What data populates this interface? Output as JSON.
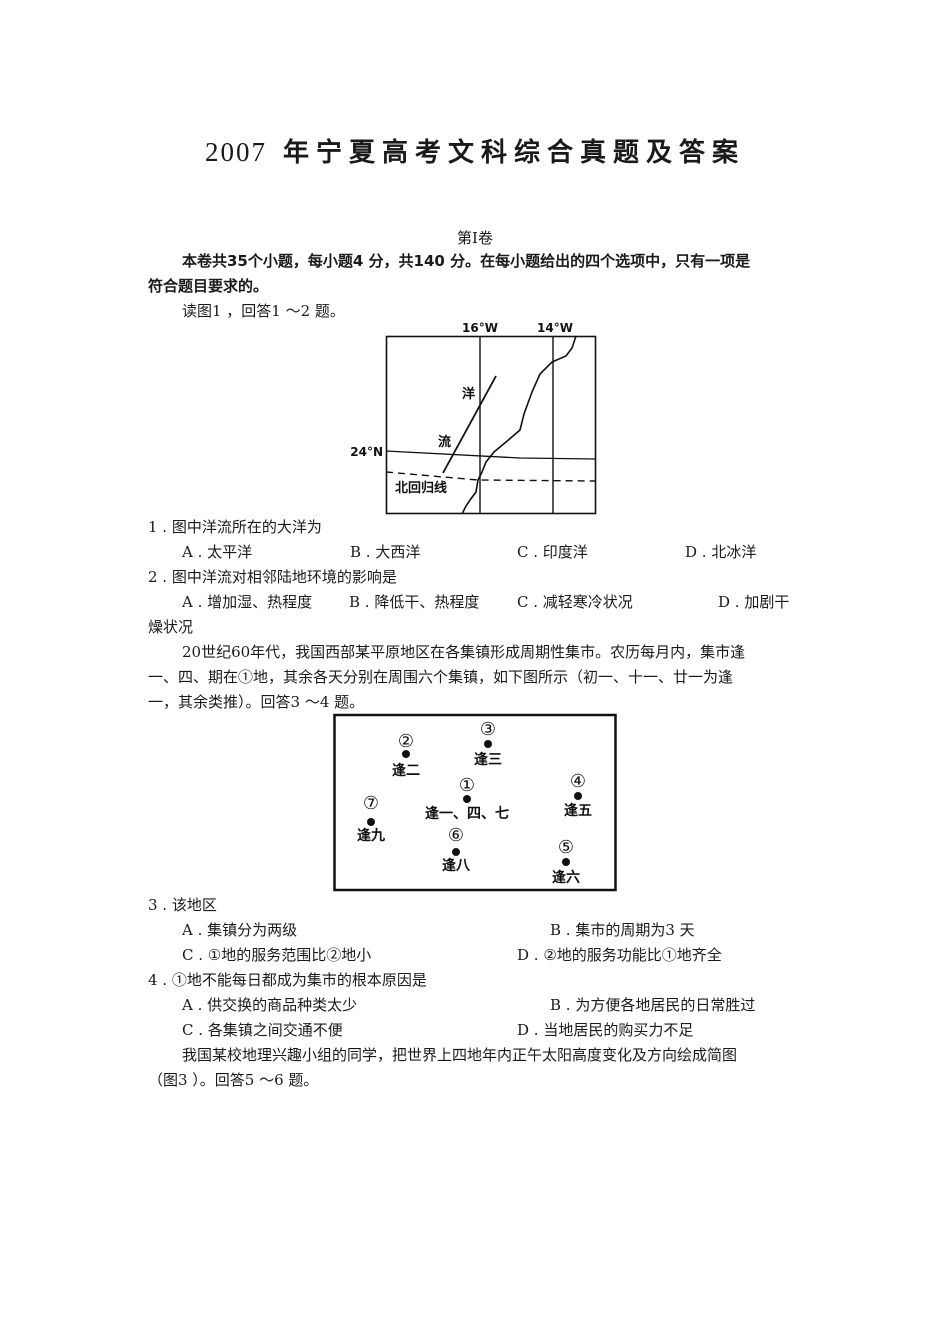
{
  "document": {
    "title_year": "2007",
    "title_rest": "年宁夏高考文科综合真题及答案",
    "section": "第Ⅰ卷",
    "instructions_line1": "本卷共35个小题，每小题4 分，共140 分。在每小题给出的四个选项中，只有一项是",
    "instructions_line2": "符合题目要求的。",
    "intro_q1_2": "读图1 ，回答1 ～2 题。"
  },
  "figure1": {
    "lon_labels": [
      "16°W",
      "14°W"
    ],
    "lat_label": "24°N",
    "current_label_1": "洋",
    "current_label_2": "流",
    "tropic_label": "北回归线"
  },
  "questions_1_2": [
    {
      "stem": "1 . 图中洋流所在的大洋为",
      "options": [
        "A . 太平洋",
        "B . 大西洋",
        "C . 印度洋",
        "D . 北冰洋"
      ]
    },
    {
      "stem": "2 . 图中洋流对相邻陆地环境的影响是",
      "options": [
        "A . 增加湿、热程度",
        "B . 降低干、热程度",
        "C . 减轻寒冷状况",
        "D . 加剧干"
      ],
      "wrap": "燥状况"
    }
  ],
  "passage_3_4": {
    "line1": "20世纪60年代，我国西部某平原地区在各集镇形成周期性集市。农历每月内，集市逢",
    "line2": "一、四、期在①地，其余各天分别在周围六个集镇，如下图所示（初一、十一、廿一为逢",
    "line3": "一，其余类推）。回答3 ～4 题。"
  },
  "figure2": {
    "towns": [
      {
        "num": "①",
        "label": "逢一、四、七"
      },
      {
        "num": "②",
        "label": "逢二"
      },
      {
        "num": "③",
        "label": "逢三"
      },
      {
        "num": "④",
        "label": "逢五"
      },
      {
        "num": "⑤",
        "label": "逢六"
      },
      {
        "num": "⑥",
        "label": "逢八"
      },
      {
        "num": "⑦",
        "label": "逢九"
      }
    ]
  },
  "questions_3_4": [
    {
      "stem": "3 . 该地区",
      "options": [
        "A . 集镇分为两级",
        "B . 集市的周期为3 天",
        "C . ①地的服务范围比②地小",
        "D . ②地的服务功能比①地齐全"
      ]
    },
    {
      "stem": "4 . ①地不能每日都成为集市的根本原因是",
      "options": [
        "A . 供交换的商品种类太少",
        "B . 为方便各地居民的日常胜过",
        "C . 各集镇之间交通不便",
        "D . 当地居民的购买力不足"
      ]
    }
  ],
  "passage_5_6": {
    "line1": "我国某校地理兴趣小组的同学，把世界上四地年内正午太阳高度变化及方向绘成简图",
    "line2": "（图3 ）。回答5 ～6 题。"
  }
}
